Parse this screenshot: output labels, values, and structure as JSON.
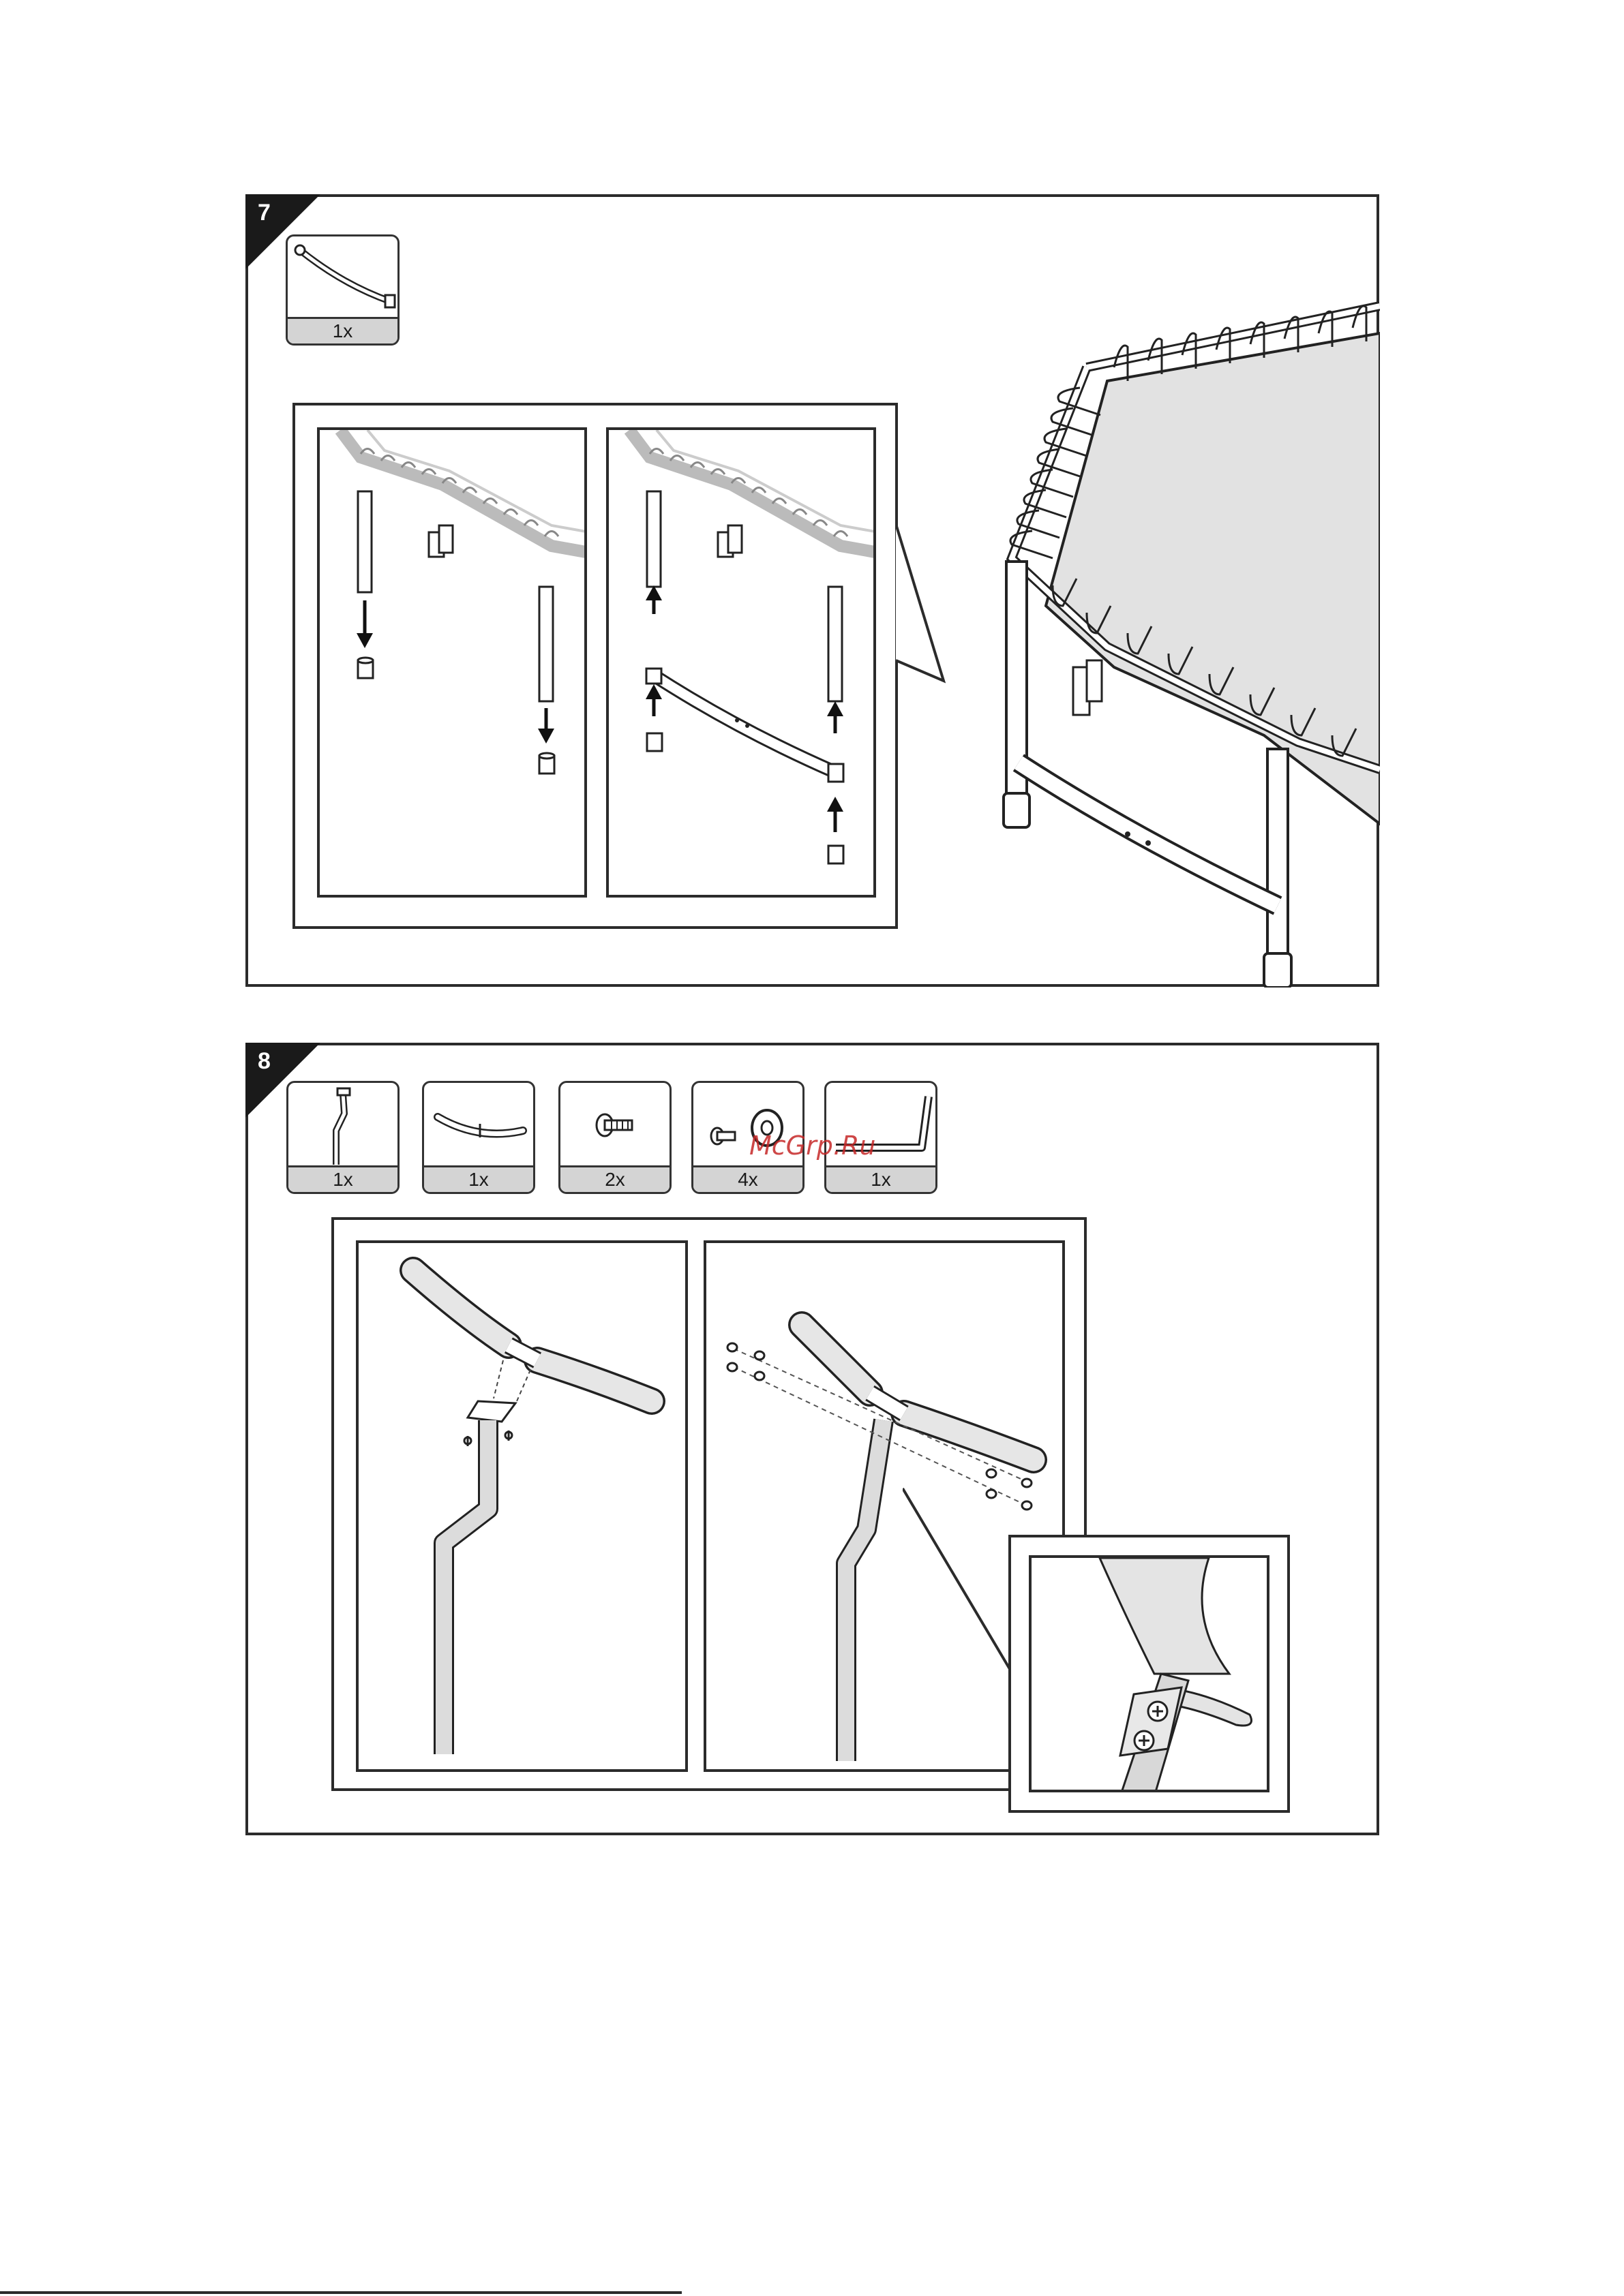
{
  "step7": {
    "number": "7",
    "parts": [
      {
        "icon": "curved-crossbar-icon",
        "qty": "1x"
      }
    ]
  },
  "step8": {
    "number": "8",
    "parts": [
      {
        "icon": "handlebar-post-icon",
        "qty": "1x"
      },
      {
        "icon": "handlebar-grip-icon",
        "qty": "1x"
      },
      {
        "icon": "bolt-icon",
        "qty": "2x"
      },
      {
        "icon": "bolt-washer-icon",
        "qty": "4x"
      },
      {
        "icon": "allen-key-icon",
        "qty": "1x"
      }
    ]
  },
  "watermark": "McGrp.Ru",
  "colors": {
    "ink": "#1a1a1a",
    "shade": "#d4d4d4",
    "mat": "#e2e2e2",
    "watermark": "#c62828"
  }
}
